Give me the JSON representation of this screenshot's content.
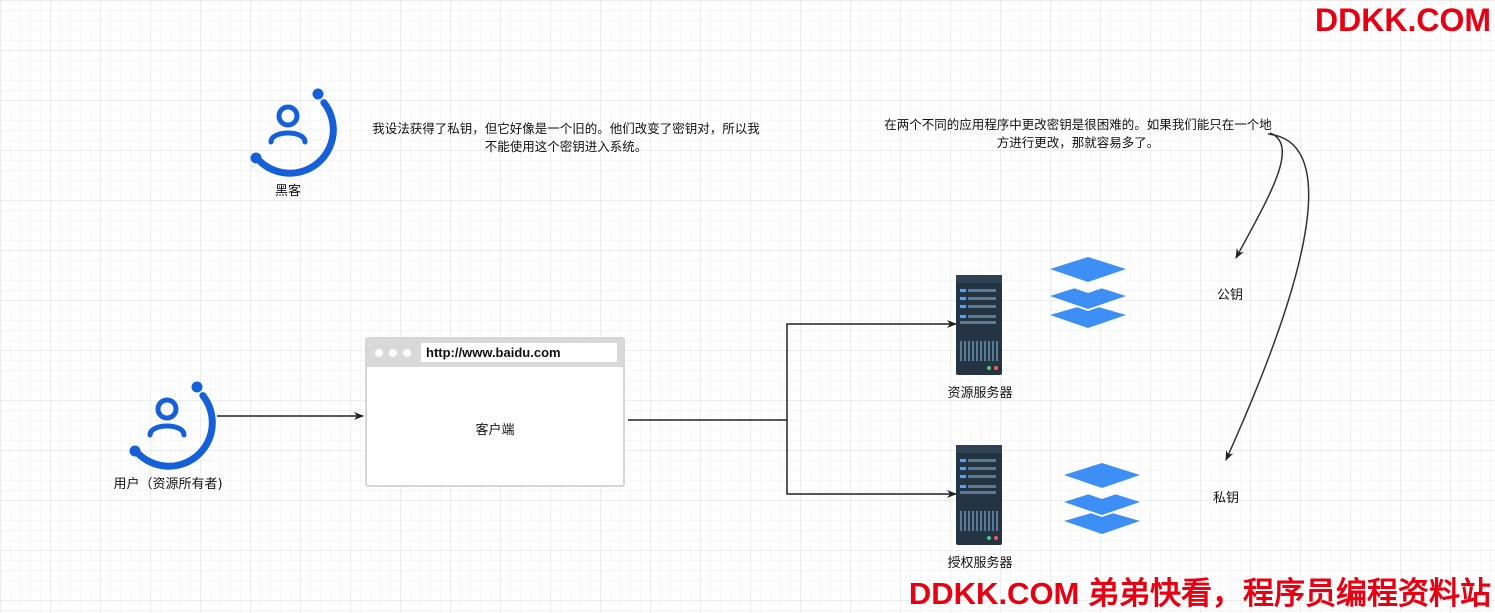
{
  "watermark_top": "DDKK.COM",
  "watermark_bottom": "DDKK.COM 弟弟快看，程序员编程资料站",
  "hacker": {
    "label": "黑客",
    "note": "我设法获得了私钥，但它好像是一个旧的。他们改变了密钥对，所以我不能使用这个密钥进入系统。"
  },
  "user": {
    "label": "用户（资源所有者)"
  },
  "client": {
    "url": "http://www.baidu.com",
    "label": "客户端"
  },
  "resource_server": {
    "label": "资源服务器"
  },
  "auth_server": {
    "label": "授权服务器"
  },
  "right_note": "在两个不同的应用程序中更改密钥是很困难的。如果我们能只在一个地方进行更改，那就容易多了。",
  "public_key": "公钥",
  "private_key": "私钥",
  "colors": {
    "accent": "#1560d8",
    "key_icon": "#3d8ff5",
    "server": "#243443",
    "watermark": "#e60012"
  }
}
